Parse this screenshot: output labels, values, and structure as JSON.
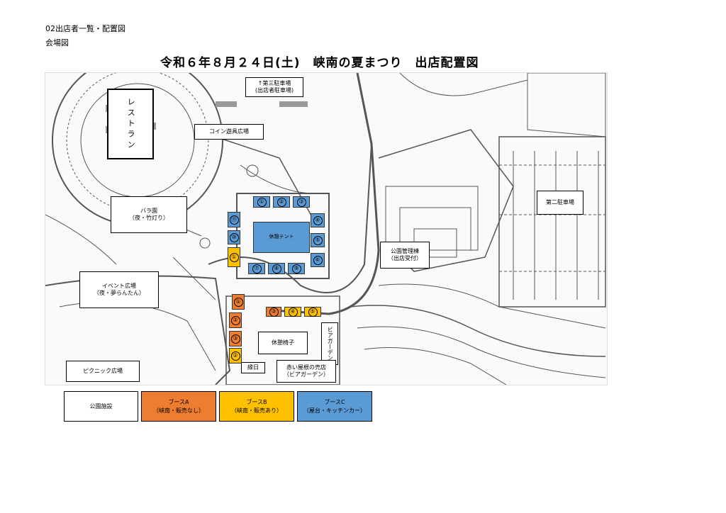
{
  "header": {
    "line1": "02出店者一覧・配置図",
    "line2": "会場図",
    "title": "令和６年８月２４日(土)　峡南の夏まつり　出店配置図"
  },
  "map": {
    "labels": {
      "parking3_line1": "↑第三駐車場",
      "parking3_line2": "(出店者駐車場)",
      "restaurant": "レストラン",
      "coin_playground": "コイン遊具広場",
      "rose_garden_line1": "バラ園",
      "rose_garden_line2": "（夜・竹灯り）",
      "rest_tent": "休憩テント",
      "park_office_line1": "公園管理棟",
      "park_office_line2": "（出店受付）",
      "parking2": "第二駐車場",
      "event_plaza_line1": "イベント広場",
      "event_plaza_line2": "（夜・夢らんたん）",
      "rest_chairs": "休憩椅子",
      "beer_garden": "ビアガーデン",
      "picnic": "ピクニック広場",
      "ennichi": "縁日",
      "red_roof_line1": "赤い屋根の売店",
      "red_roof_line2": "（ビアガーデン）"
    },
    "booths_c": [
      "①",
      "②",
      "③",
      "④",
      "⑤",
      "⑥",
      "⑦",
      "⑧",
      "⑨",
      "⑩",
      "⑪"
    ],
    "booth_b_near_tent": "①",
    "booths_a": [
      "①",
      "②",
      "③"
    ],
    "booths_a_row": "③",
    "booths_b_left": "②",
    "booths_b_row": [
      "④",
      "⑤"
    ]
  },
  "legend": {
    "facility": "公園施設",
    "booth_a_line1": "ブースA",
    "booth_a_line2": "（峡南・販売なし）",
    "booth_b_line1": "ブースB",
    "booth_b_line2": "（峡南・販売あり）",
    "booth_c_line1": "ブースC",
    "booth_c_line2": "（屋台・キッチンカー）",
    "colors": {
      "booth_a": "#ed7d31",
      "booth_b": "#ffc000",
      "booth_c": "#5b9bd5"
    }
  }
}
